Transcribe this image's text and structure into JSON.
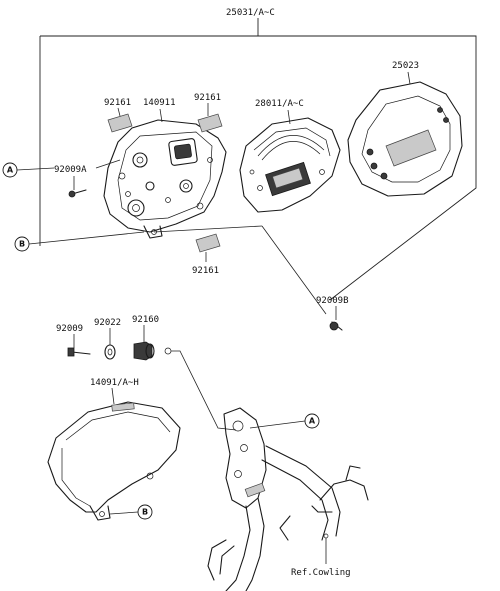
{
  "labels": {
    "assembly": "25031/A~C",
    "case_screw": "92009A",
    "label_left": "92161",
    "case": "140911",
    "label_top": "92161",
    "meter_unit": "28011/A~C",
    "cover": "25023",
    "label_bottom": "92161",
    "screw_b": "92009B",
    "bolt": "92009",
    "washer": "92022",
    "grommet": "92160",
    "visor": "14091/A~H",
    "ref_cowling": "Ref.Cowling"
  },
  "callouts": {
    "a_left": "A",
    "b_left": "B",
    "a_right": "A",
    "b_visor": "B"
  }
}
